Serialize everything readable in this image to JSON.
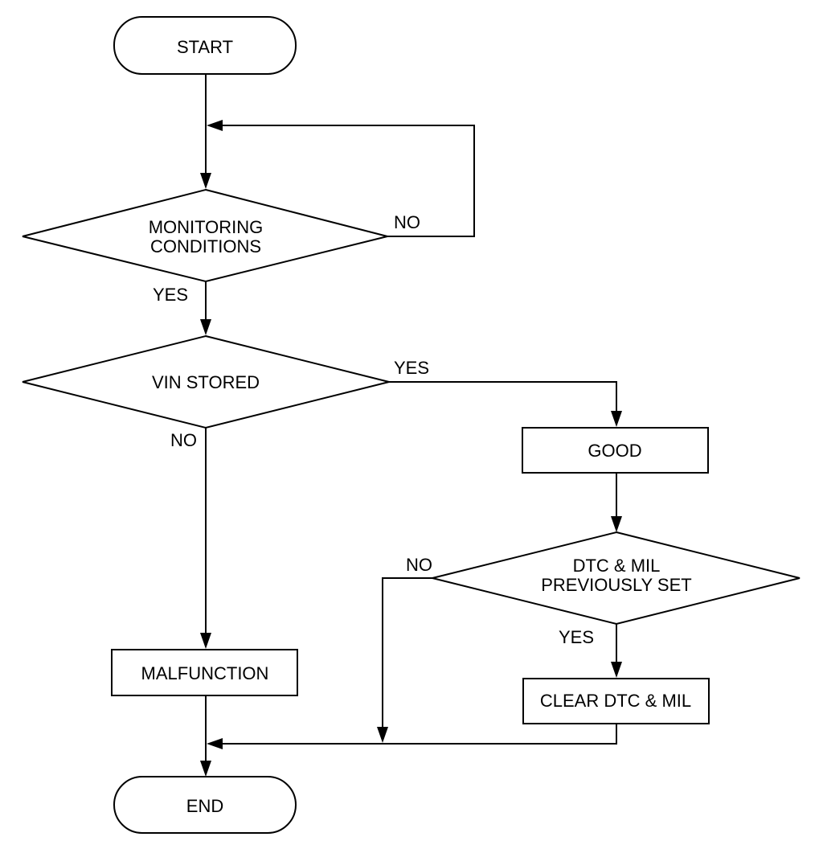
{
  "diagram": {
    "type": "flowchart",
    "nodes": {
      "start": {
        "label": "START",
        "shape": "terminator"
      },
      "monitoring": {
        "lines": [
          "MONITORING",
          "CONDITIONS"
        ],
        "shape": "decision"
      },
      "vin_stored": {
        "label": "VIN STORED",
        "shape": "decision"
      },
      "good": {
        "label": "GOOD",
        "shape": "process"
      },
      "dtc_mil": {
        "lines": [
          "DTC & MIL",
          "PREVIOUSLY SET"
        ],
        "shape": "decision"
      },
      "malfunction": {
        "label": "MALFUNCTION",
        "shape": "process"
      },
      "clear": {
        "label": "CLEAR DTC & MIL",
        "shape": "process"
      },
      "end": {
        "label": "END",
        "shape": "terminator"
      }
    },
    "edge_labels": {
      "monitoring_no": "NO",
      "monitoring_yes": "YES",
      "vin_yes": "YES",
      "vin_no": "NO",
      "dtc_no": "NO",
      "dtc_yes": "YES"
    },
    "edges": [
      {
        "from": "start",
        "to": "monitoring"
      },
      {
        "from": "monitoring",
        "to": "monitoring",
        "label": "NO"
      },
      {
        "from": "monitoring",
        "to": "vin_stored",
        "label": "YES"
      },
      {
        "from": "vin_stored",
        "to": "good",
        "label": "YES"
      },
      {
        "from": "vin_stored",
        "to": "malfunction",
        "label": "NO"
      },
      {
        "from": "good",
        "to": "dtc_mil"
      },
      {
        "from": "dtc_mil",
        "to": "clear",
        "label": "YES"
      },
      {
        "from": "dtc_mil",
        "to": "end",
        "label": "NO"
      },
      {
        "from": "clear",
        "to": "end"
      },
      {
        "from": "malfunction",
        "to": "end"
      }
    ]
  }
}
